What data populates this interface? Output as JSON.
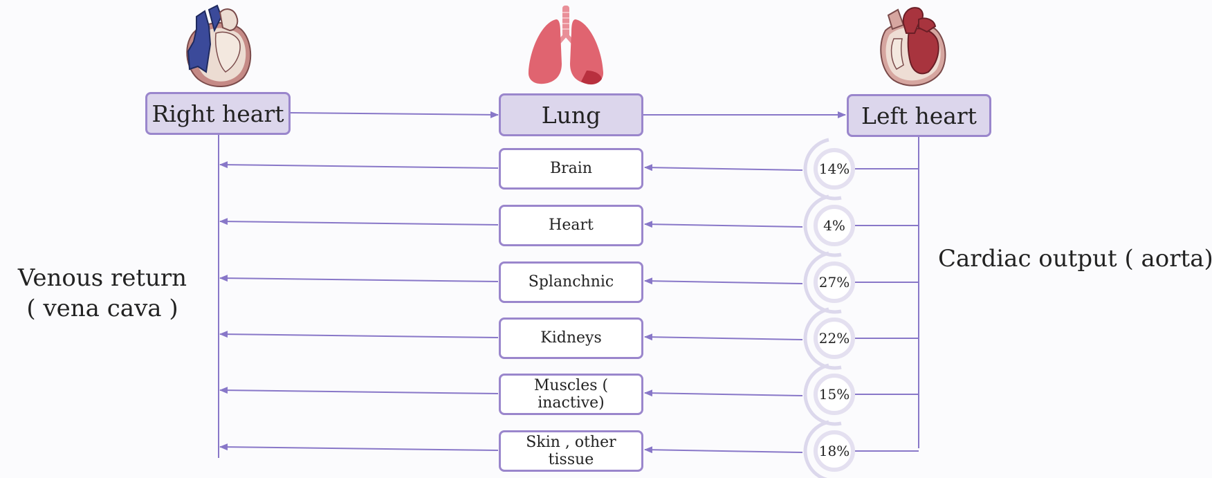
{
  "nodes": {
    "right_heart": "Right heart",
    "lung": "Lung",
    "left_heart": "Left heart"
  },
  "organs": [
    {
      "name": "Brain",
      "pct": "14%"
    },
    {
      "name": "Heart",
      "pct": "4%"
    },
    {
      "name": "Splanchnic",
      "pct": "27%"
    },
    {
      "name": "Kidneys",
      "pct": "22%"
    },
    {
      "name": "Muscles ( inactive)",
      "pct": "15%"
    },
    {
      "name": "Skin , other tissue",
      "pct": "18%"
    }
  ],
  "labels": {
    "venous_line1": "Venous return",
    "venous_line2": "( vena cava )",
    "cardiac_output": "Cardiac output ( aorta)"
  },
  "colors": {
    "arrow": "#8877c8",
    "box_border": "#9a86cc",
    "box_fill": "#dcd6ec",
    "deoxygenated": "#3b4a9a",
    "oxygenated": "#a8343e",
    "lung": "#e06470"
  },
  "icons": [
    "right-heart-icon",
    "lung-icon",
    "left-heart-icon"
  ]
}
